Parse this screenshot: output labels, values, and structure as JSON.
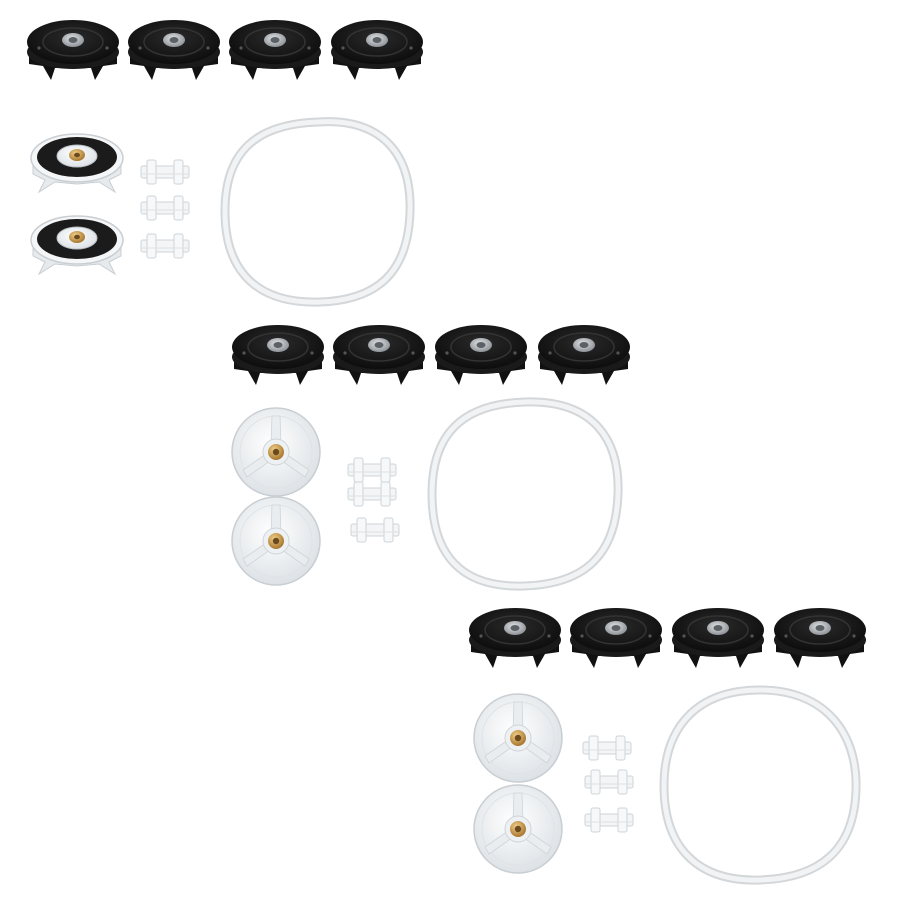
{
  "image": {
    "background": "#ffffff",
    "kit_count": 3,
    "kit_contents": {
      "black_gear_count": 4,
      "clear_gear_count": 2,
      "clip_count": 3,
      "ring_count": 1
    },
    "colors": {
      "black_gear": "#141414",
      "black_gear_edge": "#333333",
      "hub_metal": "#b9bdc1",
      "brass": "#c89a4c",
      "clear_part": "#eef1f3",
      "clear_part_edge": "#c9ced2",
      "ring": "#eceeef",
      "ring_edge": "#d3d7da"
    }
  }
}
